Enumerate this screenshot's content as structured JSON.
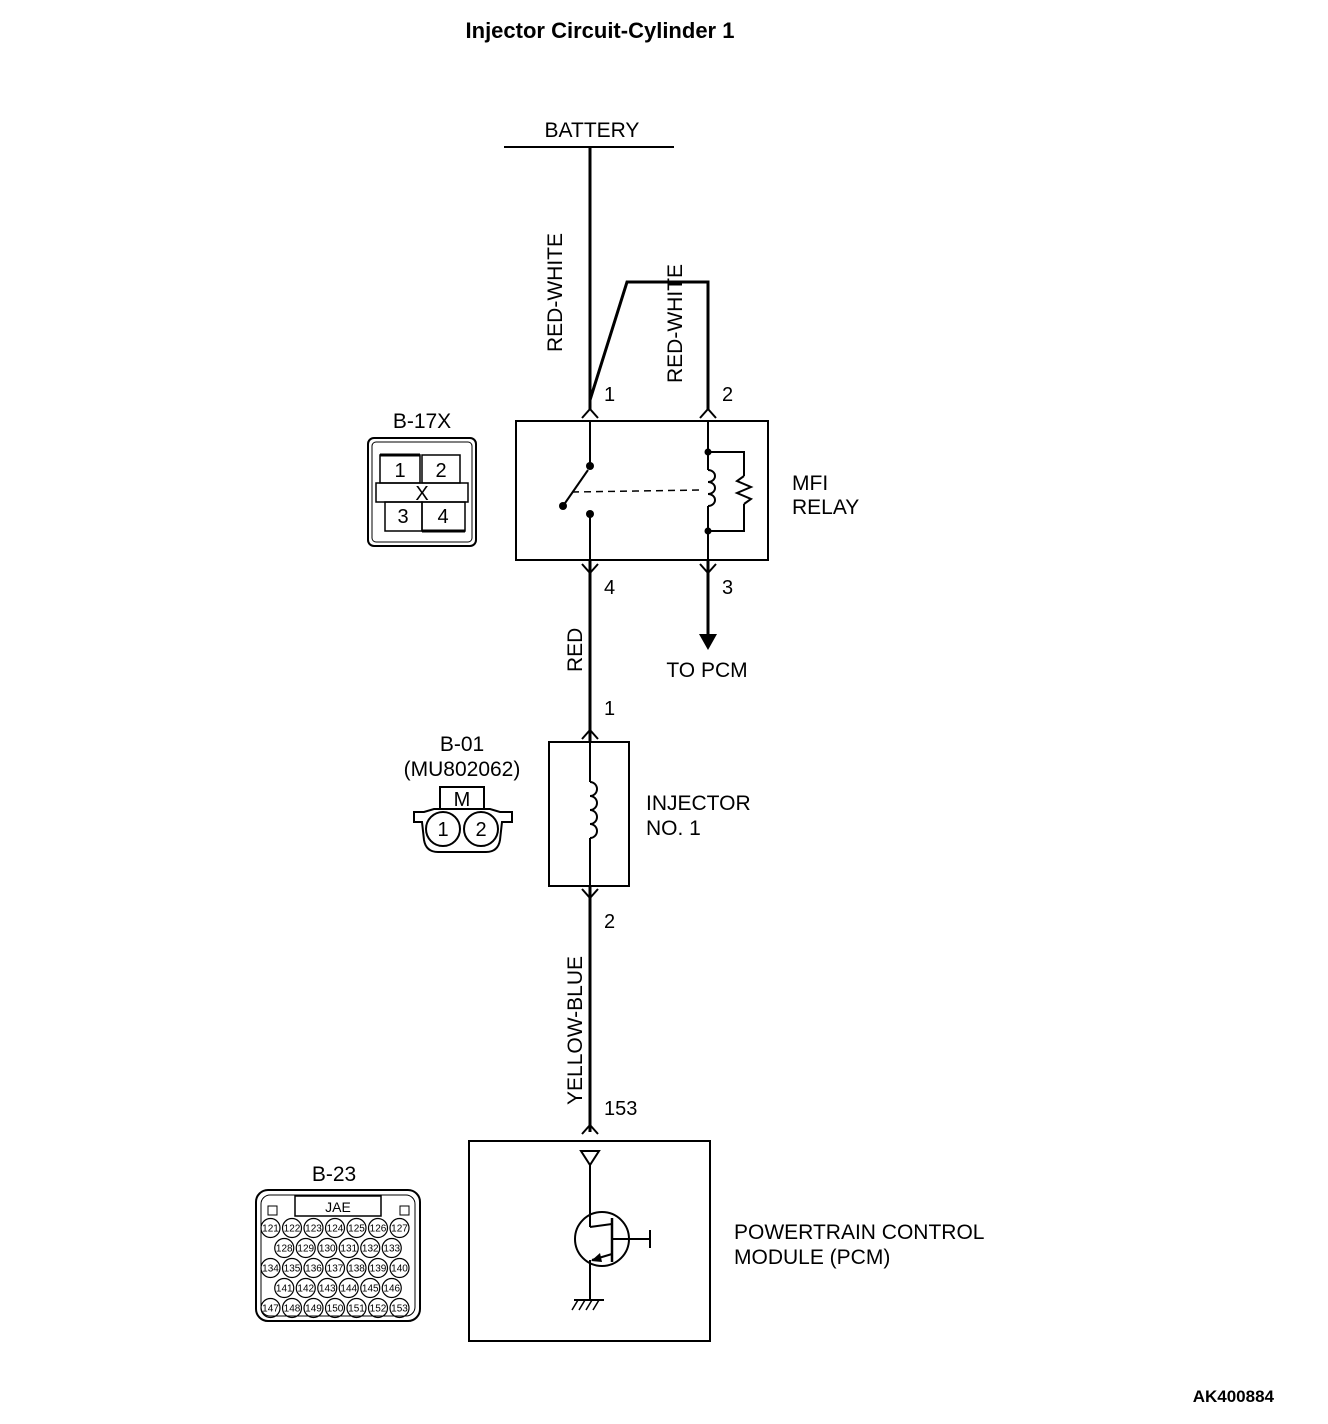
{
  "title": "Injector Circuit-Cylinder 1",
  "figure_id": "AK400884",
  "battery": {
    "label": "BATTERY"
  },
  "wires": {
    "battery_to_relay": "RED-WHITE",
    "jumper_to_relay_pin2": "RED-WHITE",
    "relay_to_injector": "RED",
    "injector_to_pcm": "YELLOW-BLUE"
  },
  "mfi_relay": {
    "name_line1": "MFI",
    "name_line2": "RELAY",
    "pins": {
      "p1": "1",
      "p2": "2",
      "p3": "3",
      "p4": "4"
    },
    "to_pcm": "TO PCM"
  },
  "injector": {
    "name_line1": "INJECTOR",
    "name_line2": "NO. 1",
    "pins": {
      "p1": "1",
      "p2": "2"
    }
  },
  "pcm": {
    "name_line1": "POWERTRAIN CONTROL",
    "name_line2": "MODULE (PCM)",
    "pin": "153"
  },
  "connectors": {
    "b17x": {
      "label": "B-17X",
      "cells": [
        "1",
        "2",
        "3",
        "4"
      ],
      "center": "X"
    },
    "b01": {
      "label": "B-01",
      "part": "(MU802062)",
      "key": "M",
      "pins": [
        "1",
        "2"
      ]
    },
    "b23": {
      "label": "B-23",
      "maker": "JAE",
      "rows": [
        [
          "121",
          "122",
          "123",
          "124",
          "125",
          "126",
          "127"
        ],
        [
          "128",
          "129",
          "130",
          "131",
          "132",
          "133"
        ],
        [
          "134",
          "135",
          "136",
          "137",
          "138",
          "139",
          "140"
        ],
        [
          "141",
          "142",
          "143",
          "144",
          "145",
          "146"
        ],
        [
          "147",
          "148",
          "149",
          "150",
          "151",
          "152",
          "153"
        ]
      ]
    }
  }
}
